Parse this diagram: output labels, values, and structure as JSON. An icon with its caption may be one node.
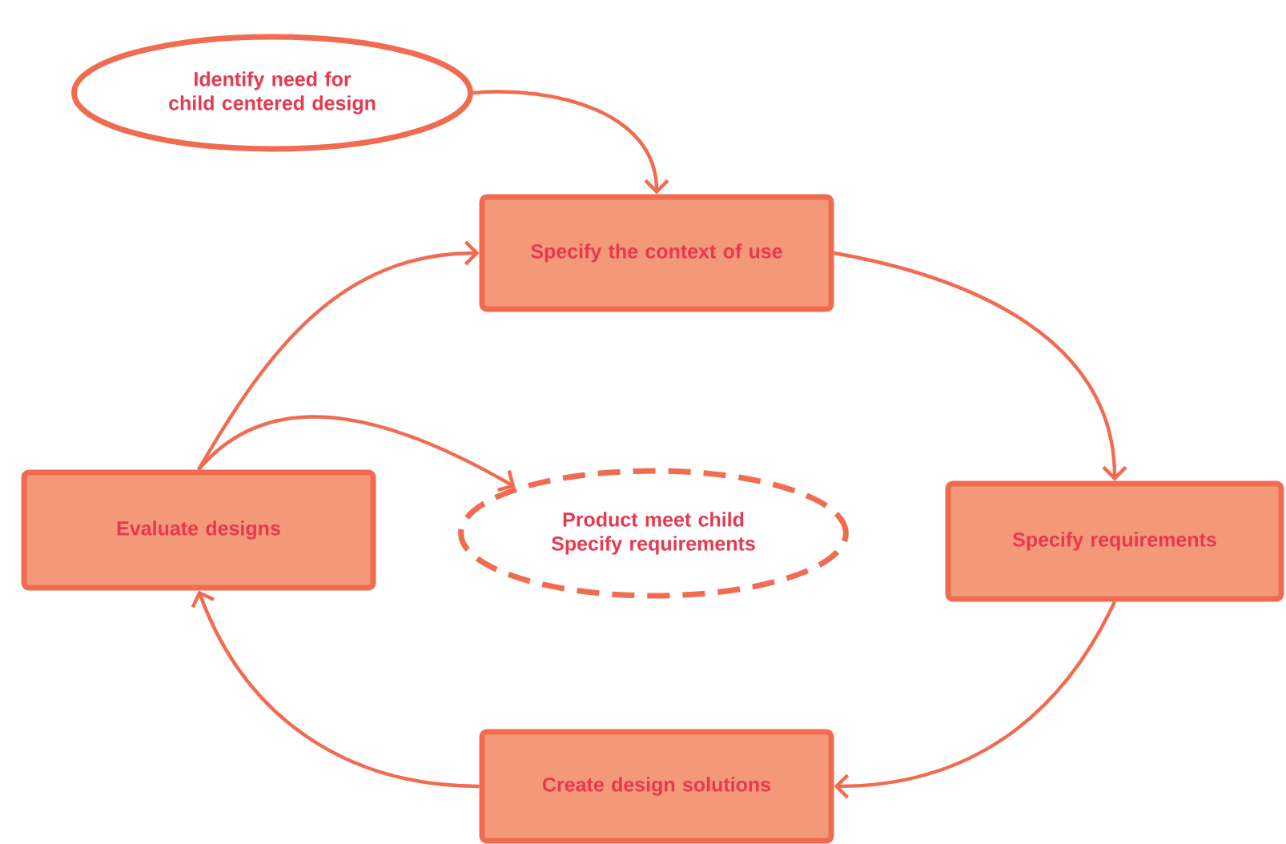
{
  "diagram": {
    "nodes": [
      {
        "text": [
          "Identify need for child centered design"
        ]
      },
      {
        "text": [
          "Specify the context of use"
        ]
      },
      {
        "text": [
          "Specify requirements"
        ]
      },
      {
        "text": [
          "Create design solutions"
        ]
      },
      {
        "text": [
          "Evaluate designs"
        ]
      },
      {
        "text": [
          "Product meet child Specify requirements"
        ]
      }
    ],
    "edges": [
      {
        "from": 0,
        "to": 1,
        "arrow": "to"
      },
      {
        "from": 1,
        "to": 2,
        "arrow": "to"
      },
      {
        "from": 2,
        "to": 3,
        "arrow": "to"
      },
      {
        "from": 3,
        "to": 4,
        "arrow": "to"
      },
      {
        "from": 4,
        "to": 1,
        "arrow": "to"
      },
      {
        "from": 4,
        "to": 5,
        "arrow": "to"
      }
    ]
  }
}
